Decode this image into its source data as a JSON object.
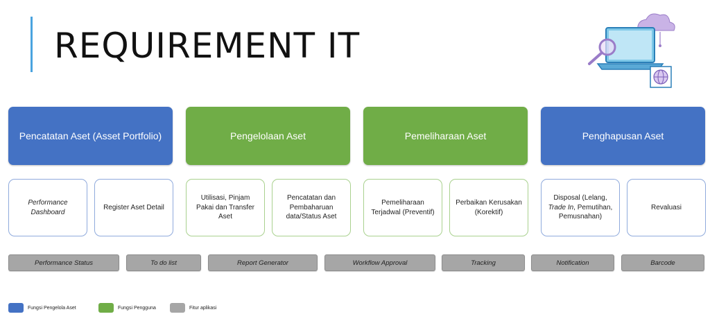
{
  "title": "REQUIREMENT IT",
  "colors": {
    "accent": "#4aa3df",
    "blue": "#4472c4",
    "green": "#70ad47",
    "gray": "#a6a6a6"
  },
  "categories": [
    {
      "label": "Pencatatan Aset (Asset Portfolio)",
      "color": "blue"
    },
    {
      "label": "Pengelolaan Aset",
      "color": "green"
    },
    {
      "label": "Pemeliharaan Aset",
      "color": "green"
    },
    {
      "label": "Penghapusan Aset",
      "color": "blue"
    }
  ],
  "sub_items": [
    {
      "l1": "Performance",
      "l2": "Dashboard",
      "l3": ""
    },
    {
      "l1": "Register Aset Detail",
      "l2": "",
      "l3": ""
    },
    {
      "l1": "Utilisasi, Pinjam",
      "l2": "Pakai dan Transfer",
      "l3": "Aset"
    },
    {
      "l1": "Pencatatan dan",
      "l2": "Pembaharuan",
      "l3": "data/Status Aset"
    },
    {
      "l1": "Pemeliharaan",
      "l2": "Terjadwal (Preventif)",
      "l3": ""
    },
    {
      "l1": "Perbaikan Kerusakan",
      "l2": "(Korektif)",
      "l3": ""
    },
    {
      "l1": "Disposal (Lelang,",
      "l2a": "Trade In",
      "l2b": ", Pemutihan,",
      "l3": "Pemusnahan)"
    },
    {
      "l1": "Revaluasi",
      "l2": "",
      "l3": ""
    }
  ],
  "features": [
    "Performance Status",
    "To do list",
    "Report Generator",
    "Workflow Approval",
    "Tracking",
    "Notification",
    "Barcode"
  ],
  "legend": [
    {
      "label": "Fungsi Pengelola Aset",
      "color": "#4472c4"
    },
    {
      "label": "Fungsi Pengguna",
      "color": "#70ad47"
    },
    {
      "label": "Fitur aplikasi",
      "color": "#a6a6a6"
    }
  ]
}
